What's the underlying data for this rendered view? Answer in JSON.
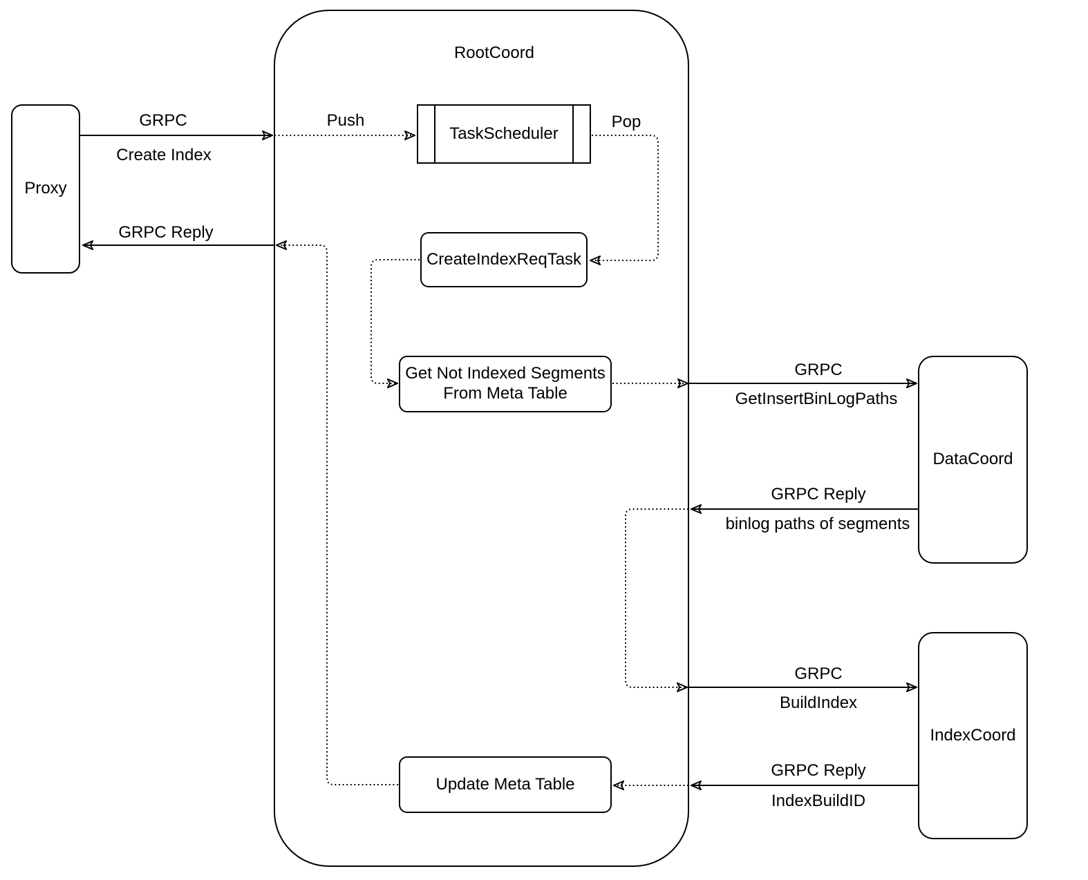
{
  "diagram": {
    "container_label": "RootCoord",
    "nodes": {
      "proxy": "Proxy",
      "task_scheduler": "TaskScheduler",
      "create_index_req_task": "CreateIndexReqTask",
      "get_not_indexed_segments": [
        "Get Not Indexed Segments",
        "From Meta Table"
      ],
      "update_meta_table": "Update Meta Table",
      "data_coord": "DataCoord",
      "index_coord": "IndexCoord"
    },
    "edge_labels": {
      "create_index": [
        "GRPC",
        "Create Index"
      ],
      "grpc_reply_to_proxy": "GRPC Reply",
      "push": "Push",
      "pop": "Pop",
      "get_insert_binlog_paths": [
        "GRPC",
        "GetInsertBinLogPaths"
      ],
      "binlog_paths_reply": [
        "GRPC Reply",
        "binlog paths of segments"
      ],
      "build_index": [
        "GRPC",
        "BuildIndex"
      ],
      "index_build_id_reply": [
        "GRPC Reply",
        "IndexBuildID"
      ]
    },
    "colors": {
      "stroke": "#000000",
      "background": "#ffffff"
    }
  }
}
